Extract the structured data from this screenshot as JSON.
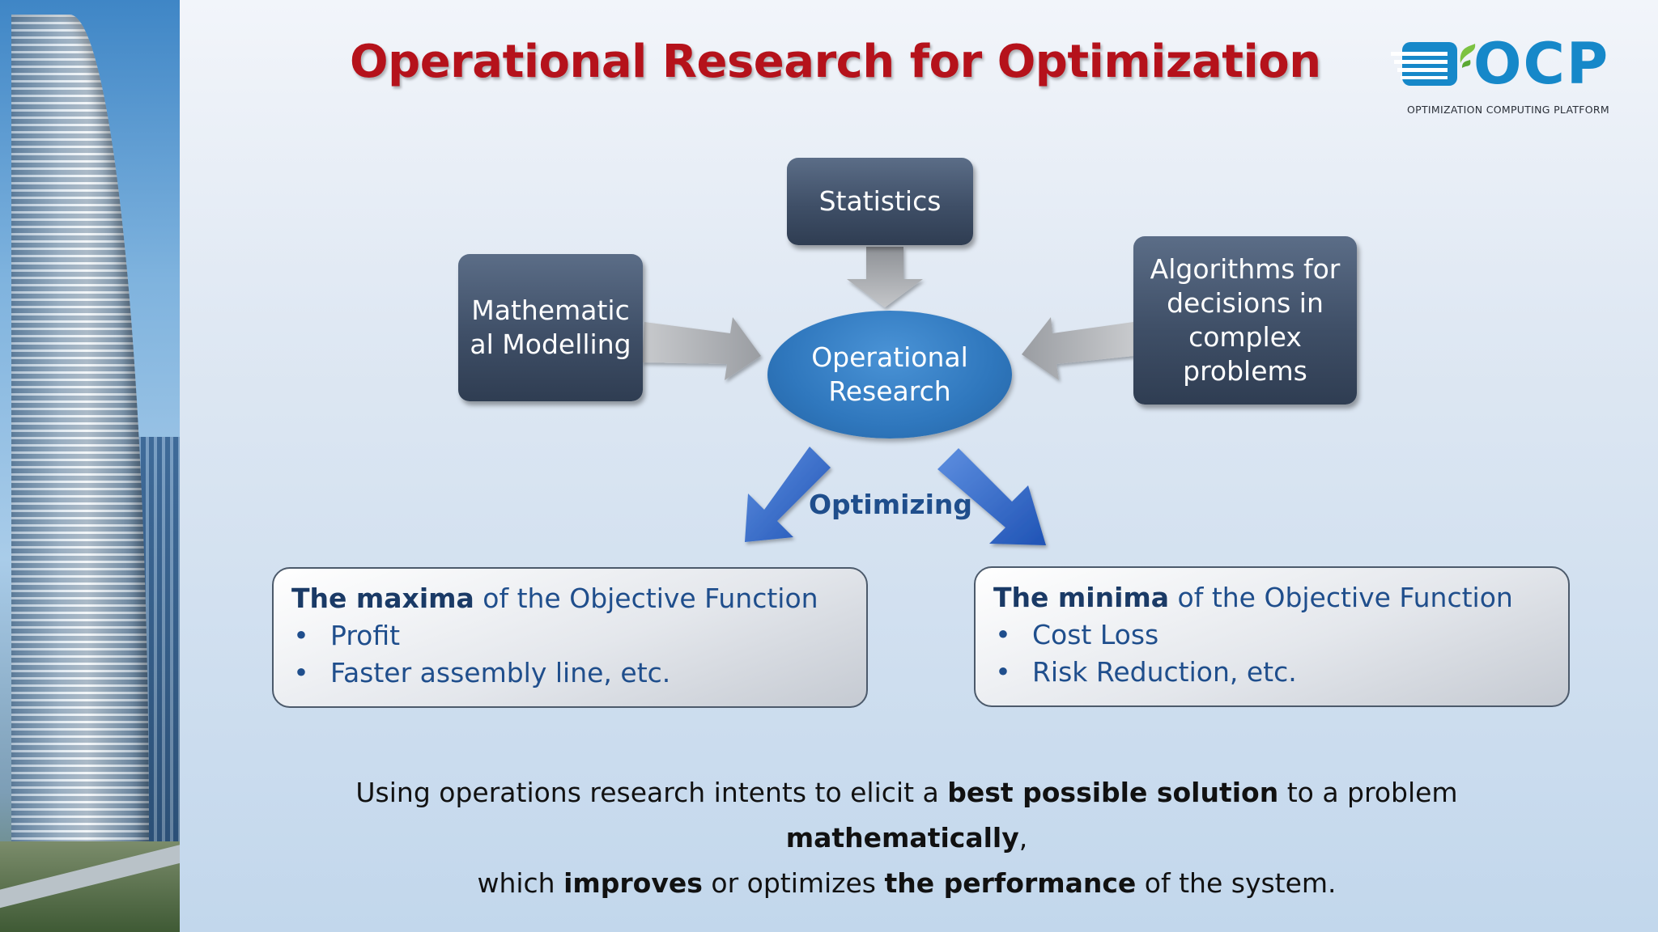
{
  "slide": {
    "title": "Operational Research for Optimization"
  },
  "logo": {
    "text": "OCP",
    "subtitle": "OPTIMIZATION COMPUTING PLATFORM",
    "icon": "ocp-logo-icon",
    "color": "#1688c9"
  },
  "diagram": {
    "center": {
      "line1": "Operational",
      "line2": "Research"
    },
    "top_box": "Statistics",
    "left_box": {
      "line1": "Mathematic",
      "line2": "al Modelling"
    },
    "right_box": {
      "line1": "Algorithms for",
      "line2": "decisions in",
      "line3": "complex",
      "line4": "problems"
    },
    "optimizing_label": "Optimizing"
  },
  "panels": {
    "left": {
      "head_bold": "The maxima",
      "head_rest": " of the Objective Function",
      "items": [
        "Profit",
        "Faster assembly line, etc."
      ]
    },
    "right": {
      "head_bold": "The minima",
      "head_rest": " of the Objective Function",
      "items": [
        "Cost Loss",
        "Risk Reduction, etc."
      ]
    }
  },
  "footer": {
    "p1": "Using operations research intents to elicit a ",
    "b1": "best possible solution",
    "p2": " to a problem ",
    "b2": "mathematically",
    "p3": ",",
    "p4": "which ",
    "b3": "improves",
    "p5": " or optimizes ",
    "b4": "the performance",
    "p6": " of the system."
  },
  "colors": {
    "title": "#b5121b",
    "box": "#3f4f67",
    "ellipse": "#2f77bd",
    "accent_text": "#1f4e8c",
    "gray_arrow": "#a9abae",
    "blue_arrow": "#2f66c9"
  }
}
